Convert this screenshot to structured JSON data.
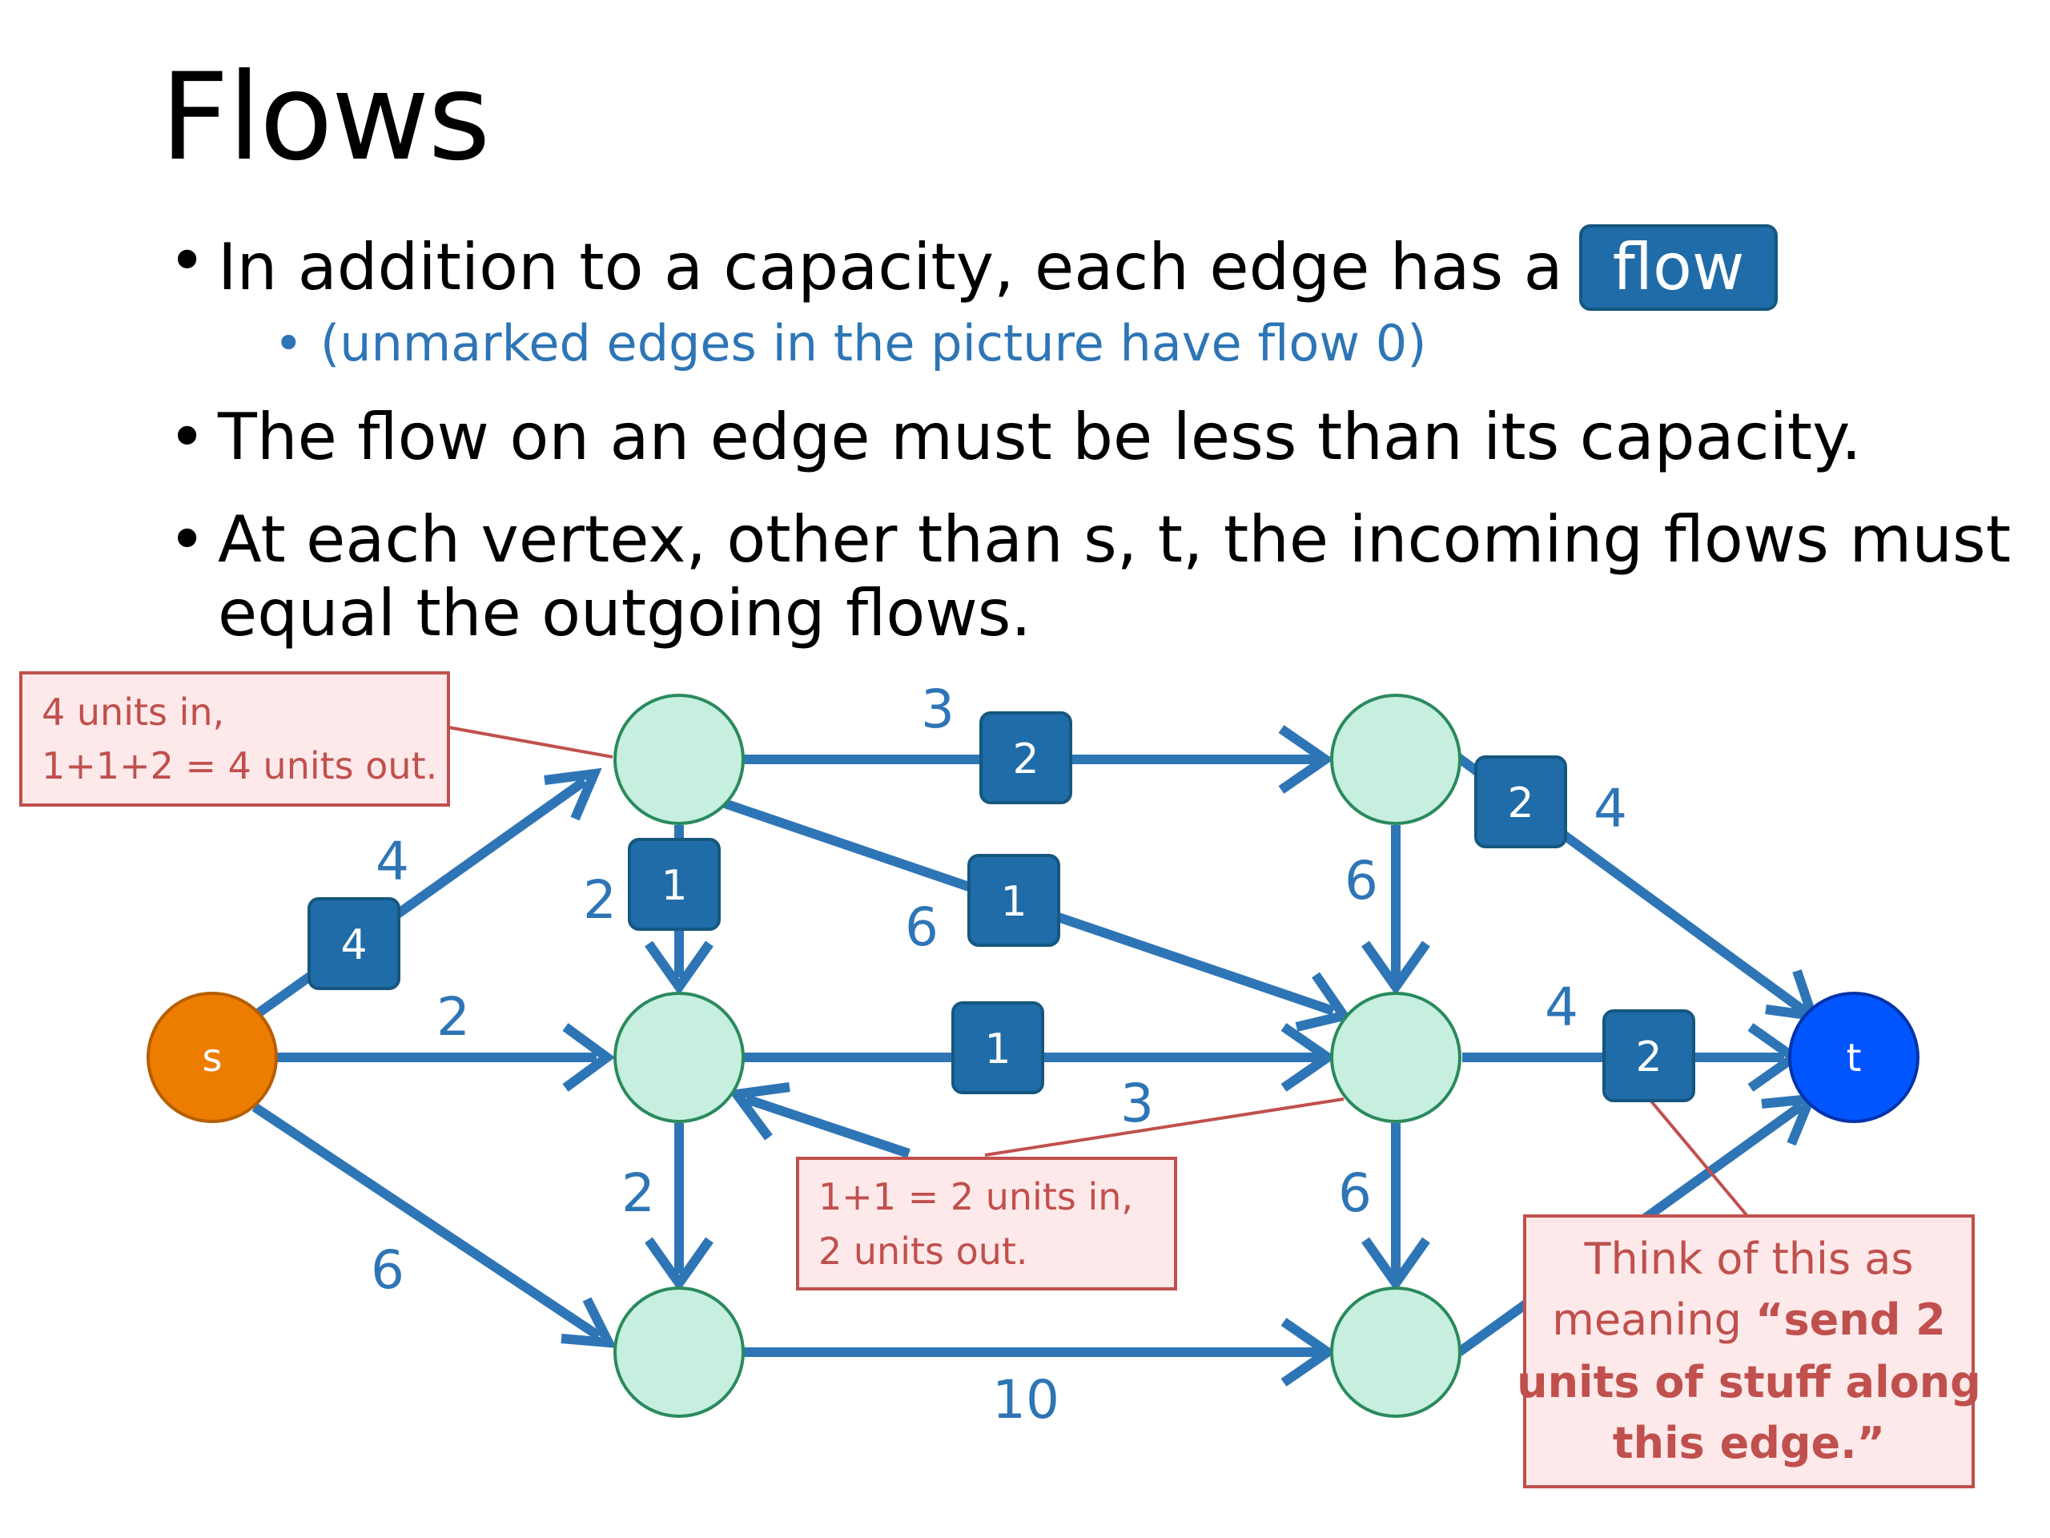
{
  "title": "Flows",
  "bullets": {
    "b1_text": "In addition to a capacity, each edge has a",
    "b1_pill": "flow",
    "b1_sub": "(unmarked edges in the picture have flow 0)",
    "b2_text": "The flow on an edge must be less than its capacity.",
    "b3_line1": "At each vertex, other than s, t, the incoming flows must",
    "b3_line2": "equal the outgoing flows."
  },
  "colors": {
    "edge": "#2e75b6",
    "flow_box": "#1f6ca8",
    "node_fill": "#c6efe0",
    "node_stroke": "#2a8a5c",
    "source": "#ed7d00",
    "sink": "#0055ff",
    "note": "#c0504d",
    "note_fill": "#fde9e9"
  },
  "nodes": {
    "s": "s",
    "t": "t"
  },
  "edges": {
    "s_A_cap": "4",
    "s_A_flow": "4",
    "s_D_cap": "2",
    "s_F_cap": "6",
    "A_B_cap": "3",
    "A_B_flow": "2",
    "A_D_cap": "2",
    "A_D_flow": "1",
    "A_E_cap": "6",
    "A_E_flow": "1",
    "B_E_cap": "6",
    "B_t_cap": "4",
    "B_t_flow": "2",
    "D_E_flow": "1",
    "E_D_cap": "3",
    "D_F_cap": "2",
    "E_G_cap": "6",
    "E_t_cap": "4",
    "E_t_flow": "2",
    "F_G_cap": "10"
  },
  "notes": {
    "n1_line1": "4 units in,",
    "n1_line2": "1+1+2 = 4 units out.",
    "n2_line1": "1+1 = 2 units in,",
    "n2_line2": "2 units out.",
    "n3_line1": "Think of this as",
    "n3_line2a": "meaning ",
    "n3_line2b": "“send 2",
    "n3_line3": "units of stuff along",
    "n3_line4": "this edge.”"
  }
}
